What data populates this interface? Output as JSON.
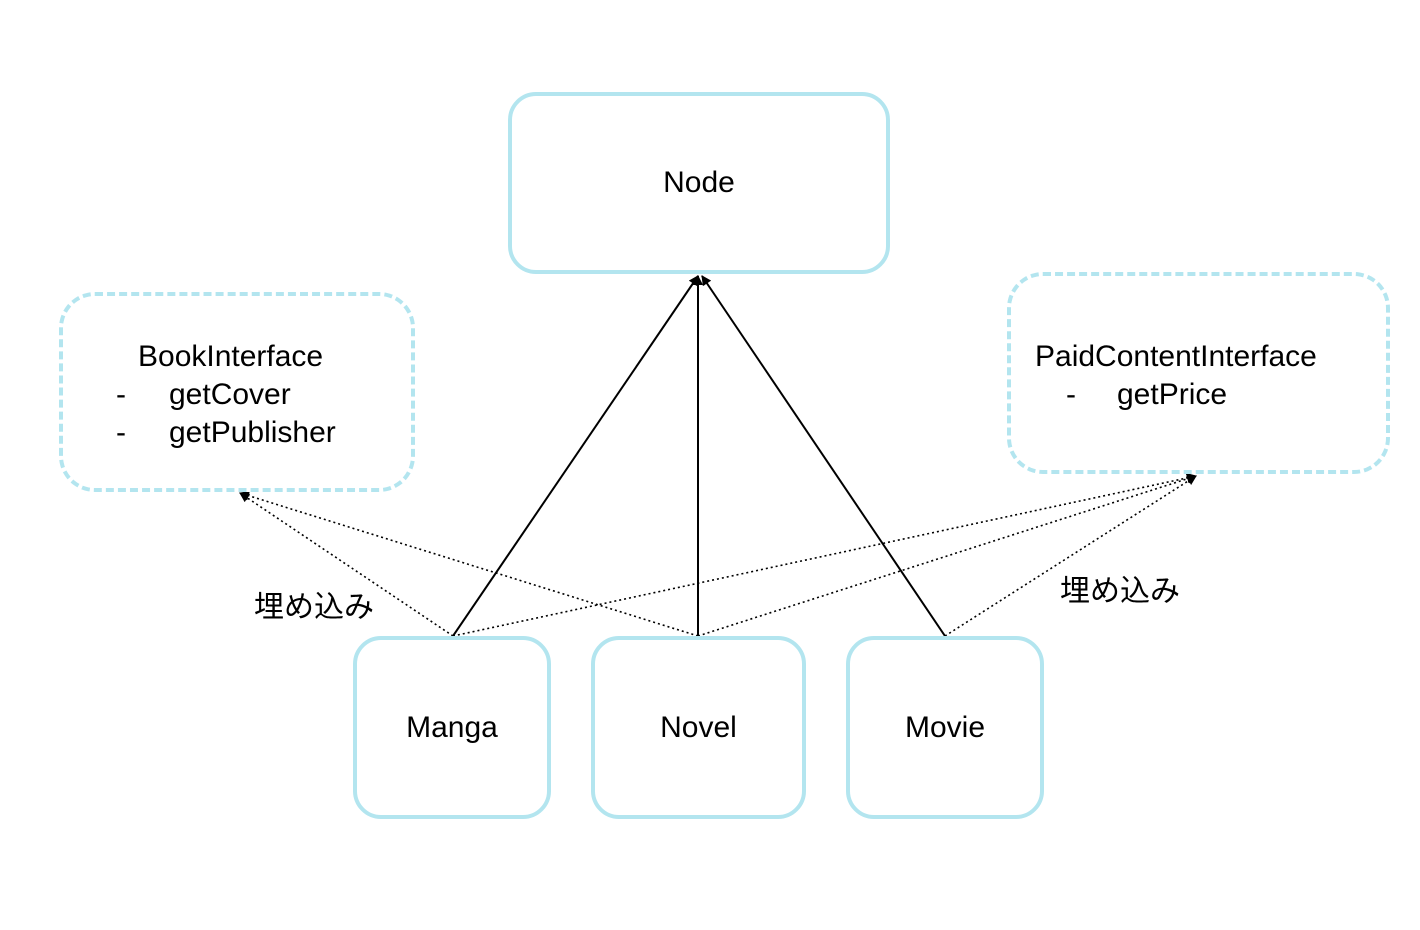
{
  "nodes": {
    "node": "Node",
    "manga": "Manga",
    "novel": "Novel",
    "movie": "Movie"
  },
  "book_interface": {
    "title": "BookInterface",
    "methods": [
      {
        "bullet": "-",
        "name": "getCover"
      },
      {
        "bullet": "-",
        "name": "getPublisher"
      }
    ]
  },
  "paid_content_interface": {
    "title": "PaidContentInterface",
    "methods": [
      {
        "bullet": "-",
        "name": "getPrice"
      }
    ]
  },
  "edge_labels": {
    "embed_left": "埋め込み",
    "embed_right": "埋め込み"
  },
  "colors": {
    "box_border": "#b3e5ef",
    "line": "#000000"
  }
}
